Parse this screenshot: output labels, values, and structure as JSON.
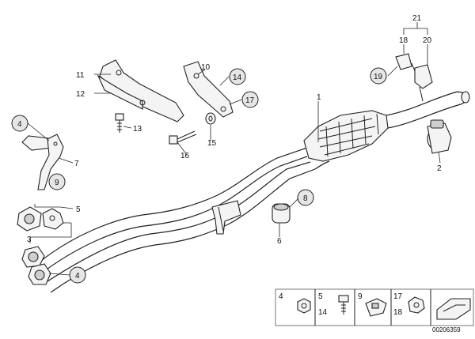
{
  "diagram": {
    "doc_id": "00206359",
    "labels": {
      "l1": "1",
      "l2": "2",
      "l3": "3",
      "l4a": "4",
      "l4b": "4",
      "l5": "5",
      "l6": "6",
      "l7": "7",
      "l8a": "8",
      "l9": "9",
      "l10": "10",
      "l11": "11",
      "l12": "12",
      "l13": "13",
      "l14": "14",
      "l15": "15",
      "l16": "16",
      "l17": "17",
      "l18": "18",
      "l19": "19",
      "l20": "20",
      "l21": "21",
      "l8b": "8"
    },
    "legend": {
      "c1_top": "4",
      "c1_bot": "",
      "c2_top": "5",
      "c2_bot": "14",
      "c3_top": "9",
      "c4_top": "17",
      "c4_bot": "18"
    }
  }
}
